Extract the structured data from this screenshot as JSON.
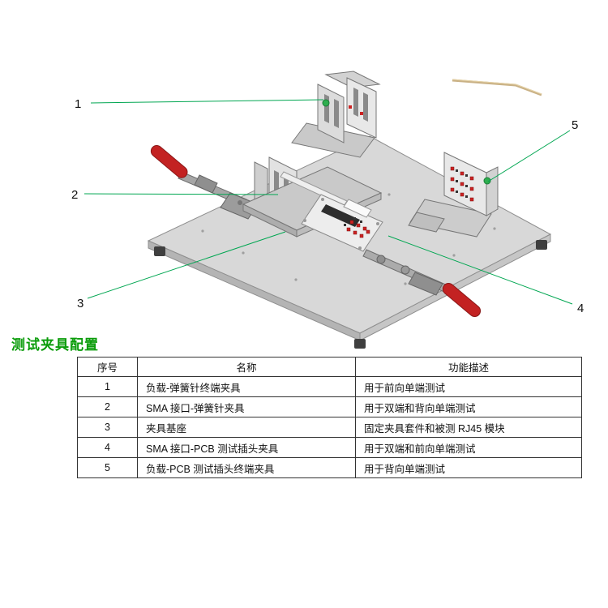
{
  "section_title": "测试夹具配置",
  "figure": {
    "description_visible": "",
    "callouts": [
      {
        "label": "1"
      },
      {
        "label": "2"
      },
      {
        "label": "3"
      },
      {
        "label": "4"
      },
      {
        "label": "5"
      }
    ]
  },
  "table": {
    "headers": [
      "序号",
      "名称",
      "功能描述"
    ],
    "rows": [
      [
        "1",
        "负载-弹簧针终端夹具",
        "用于前向单端测试"
      ],
      [
        "2",
        "SMA 接口-弹簧针夹具",
        "用于双端和背向单端测试"
      ],
      [
        "3",
        "夹具基座",
        "固定夹具套件和被测 RJ45 模块"
      ],
      [
        "4",
        "SMA 接口-PCB 测试插头夹具",
        "用于双端和前向单端测试"
      ],
      [
        "5",
        "负载-PCB 测试插头终端夹具",
        "用于背向单端测试"
      ]
    ]
  },
  "colors": {
    "title_green": "#0a9c0a",
    "callout_line_green": "#00a651",
    "knob_green": "#2fae4f",
    "clamp_handle_red": "#c32222",
    "plate_gray": "#d8d8d8",
    "connector_red": "#cc2222"
  }
}
